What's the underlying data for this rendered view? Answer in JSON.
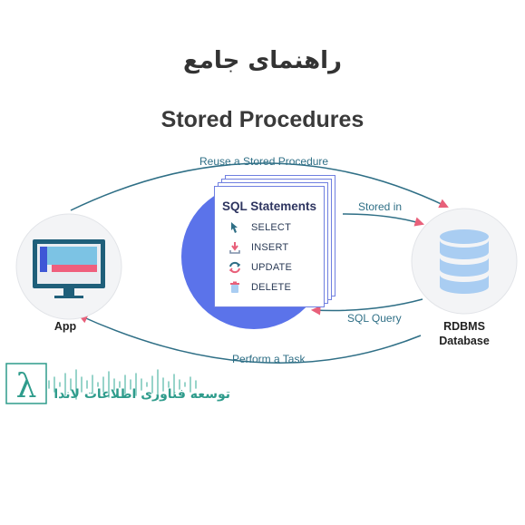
{
  "title_fa": "راهنمای جامع",
  "title_en": "Stored Procedures",
  "nodes": {
    "app": {
      "label": "App"
    },
    "db": {
      "label_line1": "RDBMS",
      "label_line2": "Database"
    }
  },
  "arrows": {
    "reuse": "Reuse a Stored Procedure",
    "stored_in": "Stored in",
    "sql_query": "SQL Query",
    "perform_task": "Perform a Task"
  },
  "card": {
    "title": "SQL Statements",
    "items": [
      {
        "label": "SELECT",
        "icon": "pointer-hand-icon"
      },
      {
        "label": "INSERT",
        "icon": "download-icon"
      },
      {
        "label": "UPDATE",
        "icon": "refresh-icon"
      },
      {
        "label": "DELETE",
        "icon": "trash-icon"
      }
    ]
  },
  "brand": {
    "text": "توسعه فناوری اطلاعات لاندا",
    "logo": "lambda-logo"
  },
  "colors": {
    "teal": "#2f6f86",
    "pink": "#e8607a",
    "blue_circle": "#5b73ea",
    "brand_green": "#2f9c8c"
  }
}
